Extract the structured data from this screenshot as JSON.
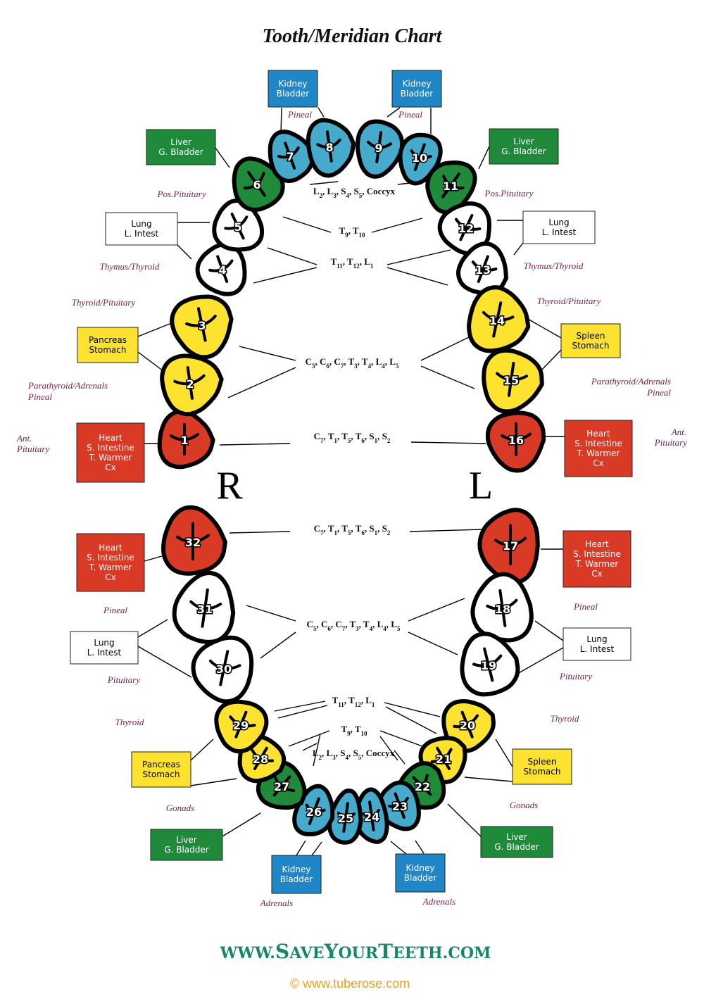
{
  "title": "Tooth/Meridian Chart",
  "colors": {
    "heart": "#d93a26",
    "pancreas": "#fde330",
    "lung": "#ffffff",
    "liver": "#1e8a3a",
    "kidney": "#45aacb",
    "kidney_box": "#1f86c8",
    "gland_text": "#7a1f4a"
  },
  "sides": {
    "right": "R",
    "left": "L"
  },
  "boxes": [
    {
      "id": "b-kidney-ur",
      "lines": [
        "Kidney",
        "Bladder"
      ],
      "type": "kidney"
    },
    {
      "id": "b-kidney-ul",
      "lines": [
        "Kidney",
        "Bladder"
      ],
      "type": "kidney"
    },
    {
      "id": "b-liver-ur",
      "lines": [
        "Liver",
        "G. Bladder"
      ],
      "type": "liver"
    },
    {
      "id": "b-liver-ul",
      "lines": [
        "Liver",
        "G. Bladder"
      ],
      "type": "liver"
    },
    {
      "id": "b-lung-ur",
      "lines": [
        "Lung",
        "L. Intest"
      ],
      "type": "lung"
    },
    {
      "id": "b-lung-ul",
      "lines": [
        "Lung",
        "L. Intest"
      ],
      "type": "lung"
    },
    {
      "id": "b-pancreas-ur",
      "lines": [
        "Pancreas",
        "Stomach"
      ],
      "type": "pancreas"
    },
    {
      "id": "b-spleen-ul",
      "lines": [
        "Spleen",
        "Stomach"
      ],
      "type": "pancreas"
    },
    {
      "id": "b-heart-ur",
      "lines": [
        "Heart",
        "S. Intestine",
        "T. Warmer",
        "Cx"
      ],
      "type": "heart"
    },
    {
      "id": "b-heart-ul",
      "lines": [
        "Heart",
        "S. Intestine",
        "T. Warmer",
        "Cx"
      ],
      "type": "heart"
    },
    {
      "id": "b-heart-lr",
      "lines": [
        "Heart",
        "S. Intestine",
        "T. Warmer",
        "Cx"
      ],
      "type": "heart"
    },
    {
      "id": "b-heart-ll",
      "lines": [
        "Heart",
        "S. Intestine",
        "T. Warmer",
        "Cx"
      ],
      "type": "heart"
    },
    {
      "id": "b-lung-lr",
      "lines": [
        "Lung",
        "L. Intest"
      ],
      "type": "lung"
    },
    {
      "id": "b-lung-ll",
      "lines": [
        "Lung",
        "L. Intest"
      ],
      "type": "lung"
    },
    {
      "id": "b-pancreas-lr",
      "lines": [
        "Pancreas",
        "Stomach"
      ],
      "type": "pancreas"
    },
    {
      "id": "b-spleen-ll",
      "lines": [
        "Spleen",
        "Stomach"
      ],
      "type": "pancreas"
    },
    {
      "id": "b-liver-lr",
      "lines": [
        "Liver",
        "G. Bladder"
      ],
      "type": "liver"
    },
    {
      "id": "b-liver-ll",
      "lines": [
        "Liver",
        "G. Bladder"
      ],
      "type": "liver"
    },
    {
      "id": "b-kidney-lr",
      "lines": [
        "Kidney",
        "Bladder"
      ],
      "type": "kidney"
    },
    {
      "id": "b-kidney-ll",
      "lines": [
        "Kidney",
        "Bladder"
      ],
      "type": "kidney"
    }
  ],
  "glands": {
    "pineal_ur": "Pineal",
    "pineal_ul": "Pineal",
    "pospit_r": "Pos.Pituitary",
    "pospit_l": "Pos.Pituitary",
    "thymus_r": "Thymus/Thyroid",
    "thymus_l": "Thymus/Thyroid",
    "thypit_r": "Thyroid/Pituitary",
    "thypit_l": "Thyroid/Pituitary",
    "parathy_r": "Parathyroid/Adrenals",
    "parathy_l": "Parathyroid/Adrenals",
    "pineal_ur2": "Pineal",
    "pineal_ul2": "Pineal",
    "antpit_r1": "Ant.",
    "antpit_r2": "Pituitary",
    "antpit_l1": "Ant.",
    "antpit_l2": "Pituitary",
    "pineal_lr": "Pineal",
    "pineal_ll": "Pineal",
    "pituitary_lr": "Pituitary",
    "pituitary_ll": "Pituitary",
    "thyroid_lr": "Thyroid",
    "thyroid_ll": "Thyroid",
    "gonads_lr": "Gonads",
    "gonads_ll": "Gonads",
    "adrenals_lr": "Adrenals",
    "adrenals_ll": "Adrenals"
  },
  "vertebrae": [
    {
      "id": "v-upper-front",
      "segments": [
        [
          "L",
          "2"
        ],
        [
          "L",
          "3"
        ],
        [
          "S",
          "4"
        ],
        [
          "S",
          "5"
        ],
        [
          "Coccyx",
          ""
        ]
      ],
      "separator": ", "
    },
    {
      "id": "v-upper-t9",
      "segments": [
        [
          "T",
          "9"
        ],
        [
          "T",
          "10"
        ]
      ],
      "separator": ", "
    },
    {
      "id": "v-upper-t11",
      "segments": [
        [
          "T",
          "11"
        ],
        [
          "T",
          "12"
        ],
        [
          "L",
          "1"
        ]
      ],
      "separator": ", "
    },
    {
      "id": "v-upper-c5",
      "segments": [
        [
          "C",
          "5"
        ],
        [
          "C",
          "6"
        ],
        [
          "C",
          "7"
        ],
        [
          "T",
          "3"
        ],
        [
          "T",
          "4"
        ],
        [
          "L",
          "4"
        ],
        [
          "L",
          "5"
        ]
      ],
      "separator": ", "
    },
    {
      "id": "v-upper-c7",
      "segments": [
        [
          "C",
          "7"
        ],
        [
          "T",
          "1"
        ],
        [
          "T",
          "5"
        ],
        [
          "T",
          "6"
        ],
        [
          "S",
          "1"
        ],
        [
          "S",
          "2"
        ]
      ],
      "separator": ", "
    },
    {
      "id": "v-lower-c7",
      "segments": [
        [
          "C",
          "7"
        ],
        [
          "T",
          "1"
        ],
        [
          "T",
          "5"
        ],
        [
          "T",
          "6"
        ],
        [
          "S",
          "1"
        ],
        [
          "S",
          "2"
        ]
      ],
      "separator": ", "
    },
    {
      "id": "v-lower-c5",
      "segments": [
        [
          "C",
          "5"
        ],
        [
          "C",
          "6"
        ],
        [
          "C",
          "7"
        ],
        [
          "T",
          "3"
        ],
        [
          "T",
          "4"
        ],
        [
          "L",
          "4"
        ],
        [
          "L",
          "5"
        ]
      ],
      "separator": ", "
    },
    {
      "id": "v-lower-t11",
      "segments": [
        [
          "T",
          "11"
        ],
        [
          "T",
          "12"
        ],
        [
          "L",
          "1"
        ]
      ],
      "separator": ", "
    },
    {
      "id": "v-lower-t9",
      "segments": [
        [
          "T",
          "9"
        ],
        [
          "T",
          "10"
        ]
      ],
      "separator": ", "
    },
    {
      "id": "v-lower-front",
      "segments": [
        [
          "L",
          "2"
        ],
        [
          "L",
          "3"
        ],
        [
          "S",
          "4"
        ],
        [
          "S",
          "5"
        ],
        [
          "Coccyx",
          ""
        ]
      ],
      "separator": ", "
    }
  ],
  "teeth": [
    {
      "n": "1",
      "type": "heart"
    },
    {
      "n": "2",
      "type": "pancreas"
    },
    {
      "n": "3",
      "type": "pancreas"
    },
    {
      "n": "4",
      "type": "lung"
    },
    {
      "n": "5",
      "type": "lung"
    },
    {
      "n": "6",
      "type": "liver"
    },
    {
      "n": "7",
      "type": "kidney"
    },
    {
      "n": "8",
      "type": "kidney"
    },
    {
      "n": "9",
      "type": "kidney"
    },
    {
      "n": "10",
      "type": "kidney"
    },
    {
      "n": "11",
      "type": "liver"
    },
    {
      "n": "12",
      "type": "lung"
    },
    {
      "n": "13",
      "type": "lung"
    },
    {
      "n": "14",
      "type": "pancreas"
    },
    {
      "n": "15",
      "type": "pancreas"
    },
    {
      "n": "16",
      "type": "heart"
    },
    {
      "n": "17",
      "type": "heart"
    },
    {
      "n": "18",
      "type": "lung"
    },
    {
      "n": "19",
      "type": "lung"
    },
    {
      "n": "20",
      "type": "pancreas"
    },
    {
      "n": "21",
      "type": "pancreas"
    },
    {
      "n": "22",
      "type": "liver"
    },
    {
      "n": "23",
      "type": "kidney"
    },
    {
      "n": "24",
      "type": "kidney"
    },
    {
      "n": "25",
      "type": "kidney"
    },
    {
      "n": "26",
      "type": "kidney"
    },
    {
      "n": "27",
      "type": "liver"
    },
    {
      "n": "28",
      "type": "pancreas"
    },
    {
      "n": "29",
      "type": "pancreas"
    },
    {
      "n": "30",
      "type": "lung"
    },
    {
      "n": "31",
      "type": "lung"
    },
    {
      "n": "32",
      "type": "heart"
    }
  ],
  "footer": {
    "site_parts": [
      "WWW.",
      "S",
      "AVE",
      "Y",
      "OUR",
      "T",
      "EETH",
      ".",
      "COM"
    ],
    "copyright": "© www.tuberose.com"
  }
}
